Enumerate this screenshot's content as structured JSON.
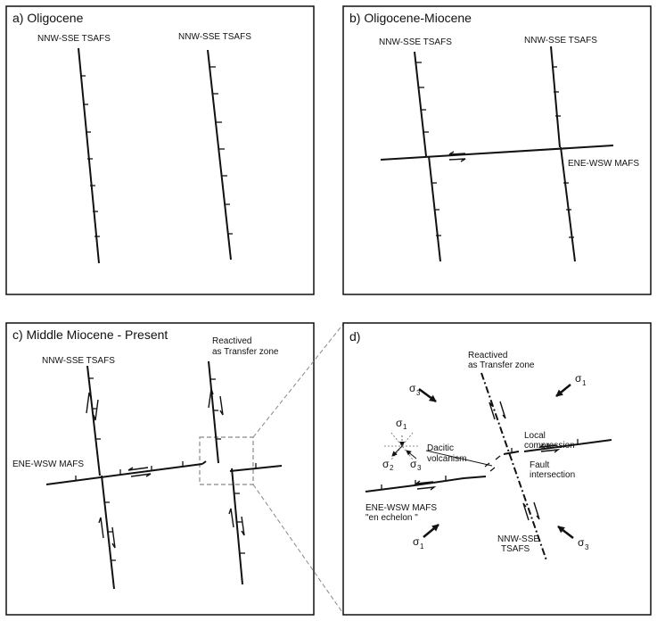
{
  "panels": {
    "a": {
      "title": "a) Oligocene",
      "labels": {
        "fault_left": "NNW-SSE TSAFS",
        "fault_right": "NNW-SSE TSAFS"
      }
    },
    "b": {
      "title": "b) Oligocene-Miocene",
      "labels": {
        "fault_left": "NNW-SSE TSAFS",
        "fault_right": "NNW-SSE TSAFS",
        "mafs": "ENE-WSW MAFS"
      }
    },
    "c": {
      "title": "c) Middle Miocene - Present",
      "labels": {
        "fault_left": "NNW-SSE TSAFS",
        "reactived_1": "Reactived",
        "reactived_2": "as Transfer zone",
        "mafs": "ENE-WSW MAFS"
      }
    },
    "d": {
      "title": "d)",
      "labels": {
        "reactived_1": "Reactived",
        "reactived_2": "as Transfer zone",
        "local_1": "Local",
        "local_2": "compression",
        "dacitic_1": "Dacitic",
        "dacitic_2": "volcanism",
        "fault_int_1": "Fault",
        "fault_int_2": "intersection",
        "mafs_1": "ENE-WSW MAFS",
        "mafs_2": "\"en echelon \"",
        "tsafs_1": "NNW-SSE",
        "tsafs_2": "TSAFS"
      },
      "stress": {
        "symbol": "σ",
        "sub_1": "1",
        "sub_2": "2",
        "sub_3": "3"
      }
    }
  },
  "colors": {
    "line": "#111111",
    "dashed": "#888888",
    "background": "#ffffff"
  }
}
